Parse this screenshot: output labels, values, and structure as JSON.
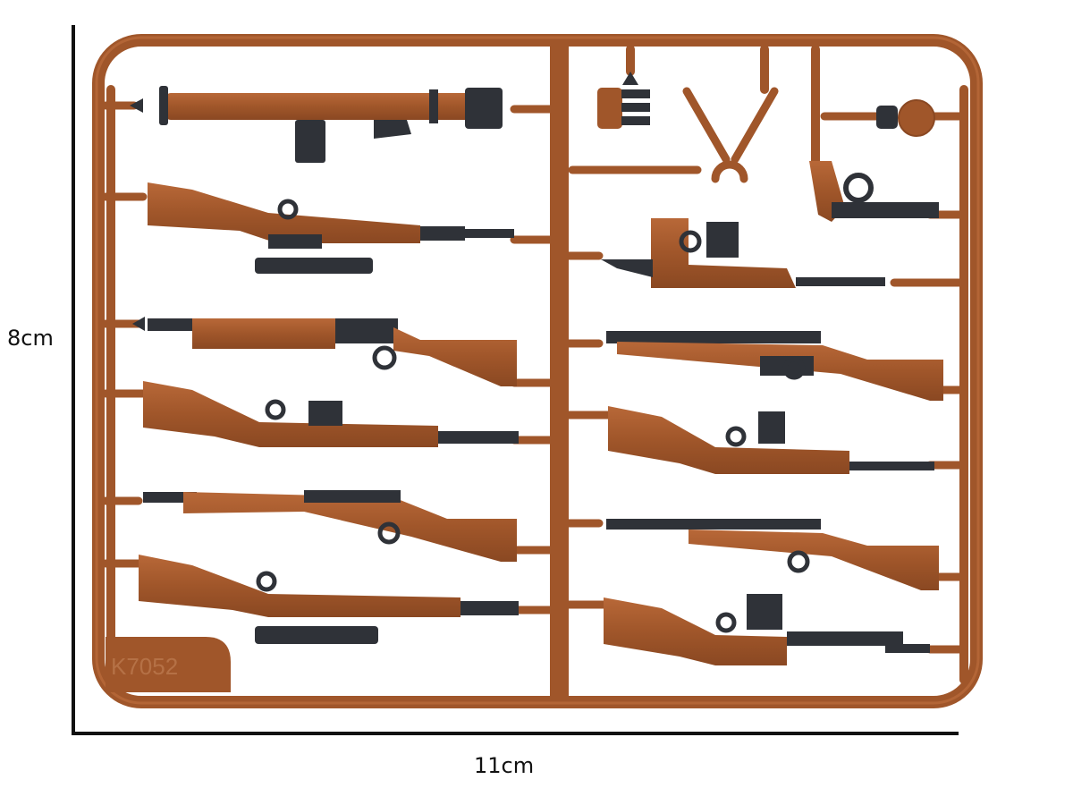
{
  "image": {
    "subject": "Toy minifigure weapon sprue (WWII rifles set)",
    "background": "#ffffff"
  },
  "dimensions": {
    "height_label": "8cm",
    "width_label": "11cm"
  },
  "sprue": {
    "model_code": "K7052",
    "frame_color": "#a0562a",
    "frame_highlight": "#c07040",
    "dark_part_color": "#2f3238",
    "parts_left_column": [
      {
        "name": "bazooka"
      },
      {
        "name": "scoped-rifle-1"
      },
      {
        "name": "lever-action-rifle"
      },
      {
        "name": "bolt-rifle-1"
      },
      {
        "name": "bolt-rifle-2"
      },
      {
        "name": "scoped-rifle-2"
      }
    ],
    "parts_right_column": [
      {
        "name": "grenade-clip"
      },
      {
        "name": "bipod"
      },
      {
        "name": "grenade"
      },
      {
        "name": "revolver"
      },
      {
        "name": "smg"
      },
      {
        "name": "rifle-1"
      },
      {
        "name": "rifle-2"
      },
      {
        "name": "rifle-3"
      },
      {
        "name": "rifle-4"
      }
    ]
  }
}
